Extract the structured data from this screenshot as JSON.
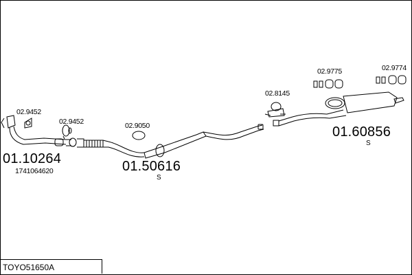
{
  "parts": {
    "front_pipe": {
      "number": "01.10264",
      "oem": "1741064620"
    },
    "middle_silencer": {
      "number": "01.50616",
      "suffix": "S"
    },
    "rear_silencer": {
      "number": "01.60856",
      "suffix": "S"
    }
  },
  "accessories": {
    "gasket_front": "02.9452",
    "gasket_mid": "02.9452",
    "ring_mid": "02.9050",
    "bracket_mid": "02.8145",
    "rubber_rear_1": "02.9775",
    "rubber_rear_2": "02.9774"
  },
  "footer": {
    "code": "TOYO51650A"
  }
}
